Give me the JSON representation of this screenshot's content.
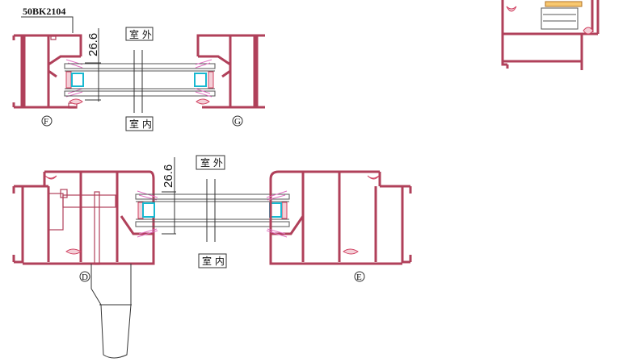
{
  "part_code": "50BK2104",
  "top_section": {
    "dimension": "26.6",
    "outdoor_label": "室 外",
    "indoor_label": "室 内",
    "left_marker": "F",
    "right_marker": "G"
  },
  "bottom_section": {
    "dimension": "26.6",
    "outdoor_label": "室 外",
    "indoor_label": "室 内",
    "left_marker": "D",
    "right_marker": "E"
  },
  "colors": {
    "profile": "#b0405a",
    "spacer": "#18b8d0",
    "gasket": "#e070c0"
  }
}
